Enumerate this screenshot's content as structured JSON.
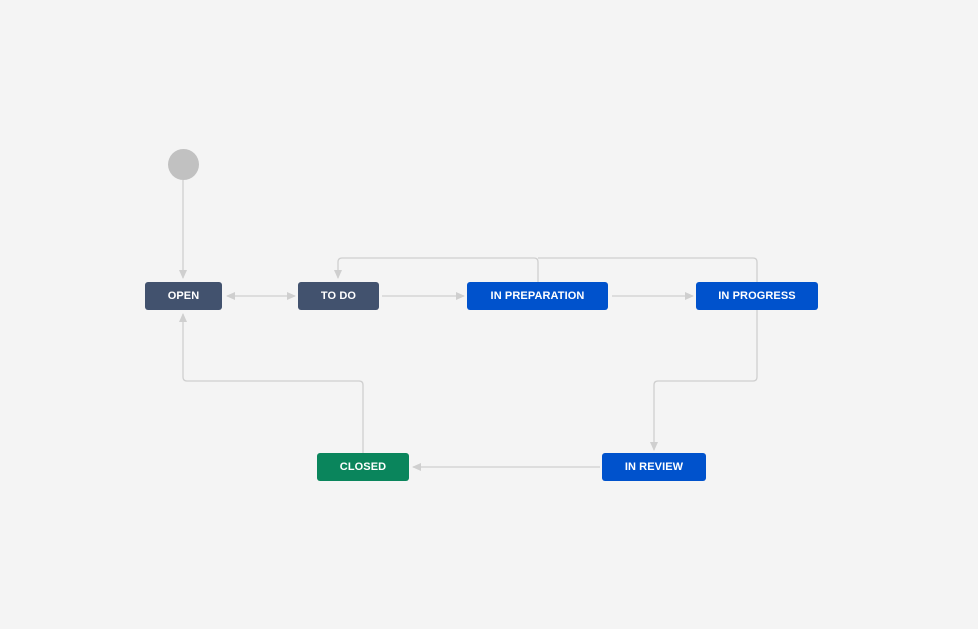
{
  "colors": {
    "background": "#f4f4f4",
    "line": "#cfcfcf",
    "start_node": "#c1c1c1",
    "todo_category": "#42526e",
    "in_progress_category": "#0052cc",
    "done_category": "#0a855c"
  },
  "workflow": {
    "start_node": {
      "label": ""
    },
    "statuses": [
      {
        "id": "open",
        "label": "OPEN",
        "category": "todo"
      },
      {
        "id": "todo",
        "label": "TO DO",
        "category": "todo"
      },
      {
        "id": "in_preparation",
        "label": "IN PREPARATION",
        "category": "in_progress"
      },
      {
        "id": "in_progress",
        "label": "IN PROGRESS",
        "category": "in_progress"
      },
      {
        "id": "in_review",
        "label": "IN REVIEW",
        "category": "in_progress"
      },
      {
        "id": "closed",
        "label": "CLOSED",
        "category": "done"
      }
    ],
    "transitions": [
      {
        "from": "start",
        "to": "open"
      },
      {
        "from": "open",
        "to": "todo",
        "bidirectional": true
      },
      {
        "from": "todo",
        "to": "in_preparation"
      },
      {
        "from": "in_preparation",
        "to": "in_progress"
      },
      {
        "from": "in_preparation",
        "to": "todo"
      },
      {
        "from": "in_progress",
        "to": "todo"
      },
      {
        "from": "in_progress",
        "to": "in_review"
      },
      {
        "from": "in_review",
        "to": "closed"
      },
      {
        "from": "closed",
        "to": "open"
      }
    ]
  }
}
